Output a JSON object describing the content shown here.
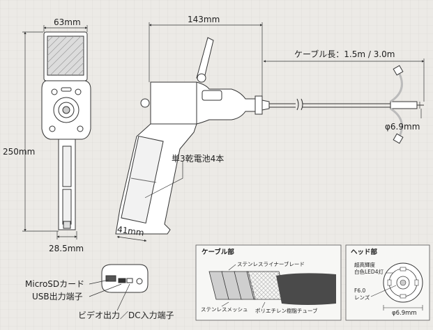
{
  "dimensions": {
    "front_width": "63mm",
    "side_length": "143mm",
    "height": "250mm",
    "bottom_width": "28.5mm",
    "grip_width": "41mm",
    "cable_length": "ケーブル長：1.5m / 3.0m",
    "head_diameter": "φ6.9mm"
  },
  "callouts": {
    "battery": "単3乾電池4本",
    "microsd": "MicroSDカード",
    "usb": "USB出力端子",
    "video_dc": "ビデオ出力／DC入力端子"
  },
  "cable_section": {
    "title": "ケーブル部",
    "liner_blade": "ステンレスライナーブレード",
    "mesh": "ステンレスメッシュ",
    "tube": "ポリエチレン樹脂チューブ"
  },
  "head_section": {
    "title": "ヘッド部",
    "led_line1": "超高輝度",
    "led_line2": "白色LED4灯",
    "lens_line1": "F6.0",
    "lens_line2": "レンズ",
    "diameter": "φ6.9mm"
  },
  "colors": {
    "background": "#eceae6",
    "line": "#333333",
    "device_fill": "#ffffff",
    "panel_fill": "#f7f7f5",
    "tube_dark": "#4a4a4a"
  }
}
